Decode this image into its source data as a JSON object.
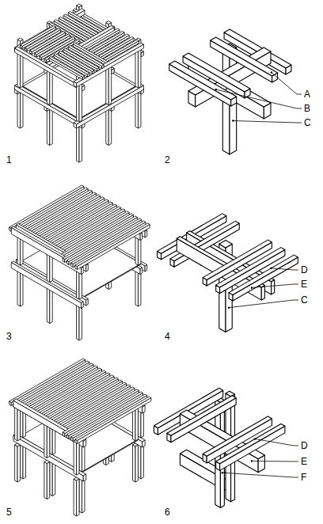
{
  "diagram": {
    "labels": [
      "1",
      "2",
      "A",
      "B",
      "C",
      "3",
      "4",
      "D",
      "E",
      "C",
      "5",
      "6",
      "D",
      "E",
      "F"
    ]
  }
}
